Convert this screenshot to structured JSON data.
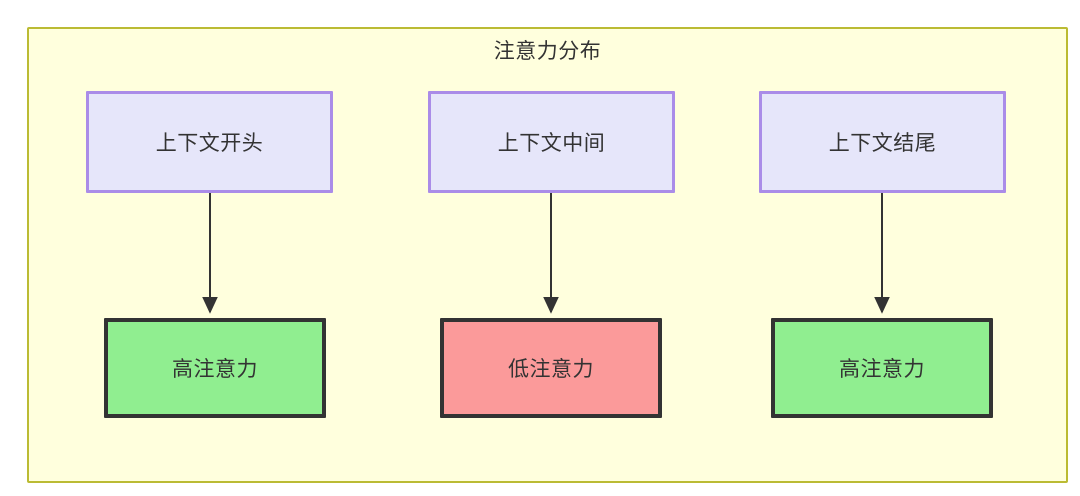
{
  "diagram": {
    "title": "注意力分布",
    "background_color": "#ffffdd",
    "border_color": "#bbbb33",
    "nodes": {
      "context": [
        {
          "id": "ctx-start",
          "label": "上下文开头",
          "fill": "#e6e6fa",
          "stroke": "#aa8ce8"
        },
        {
          "id": "ctx-middle",
          "label": "上下文中间",
          "fill": "#e6e6fa",
          "stroke": "#aa8ce8"
        },
        {
          "id": "ctx-end",
          "label": "上下文结尾",
          "fill": "#e6e6fa",
          "stroke": "#aa8ce8"
        }
      ],
      "attention": [
        {
          "id": "att-high-start",
          "label": "高注意力",
          "fill": "#90ee90",
          "stroke": "#333333"
        },
        {
          "id": "att-low-middle",
          "label": "低注意力",
          "fill": "#fb9a9a",
          "stroke": "#333333"
        },
        {
          "id": "att-high-end",
          "label": "高注意力",
          "fill": "#90ee90",
          "stroke": "#333333"
        }
      ]
    },
    "edges": [
      {
        "from": "上下文开头",
        "to": "高注意力"
      },
      {
        "from": "上下文中间",
        "to": "低注意力"
      },
      {
        "from": "上下文结尾",
        "to": "高注意力"
      }
    ]
  }
}
